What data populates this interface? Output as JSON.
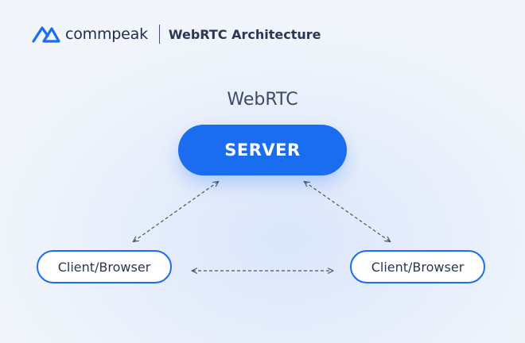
{
  "header": {
    "brand": "commpeak",
    "title": "WebRTC Architecture",
    "logo_icon": "commpeak-mountain-logo-icon"
  },
  "diagram": {
    "title": "WebRTC",
    "server_label": "SERVER",
    "client_left_label": "Client/Browser",
    "client_right_label": "Client/Browser",
    "edges": [
      {
        "from": "server",
        "to": "client-left",
        "style": "dashed",
        "arrows": "both"
      },
      {
        "from": "server",
        "to": "client-right",
        "style": "dashed",
        "arrows": "both"
      },
      {
        "from": "client-left",
        "to": "client-right",
        "style": "dashed",
        "arrows": "both"
      }
    ]
  },
  "colors": {
    "accent": "#1a6cf0",
    "text_dark": "#2b3655",
    "edge": "#4a5470"
  }
}
